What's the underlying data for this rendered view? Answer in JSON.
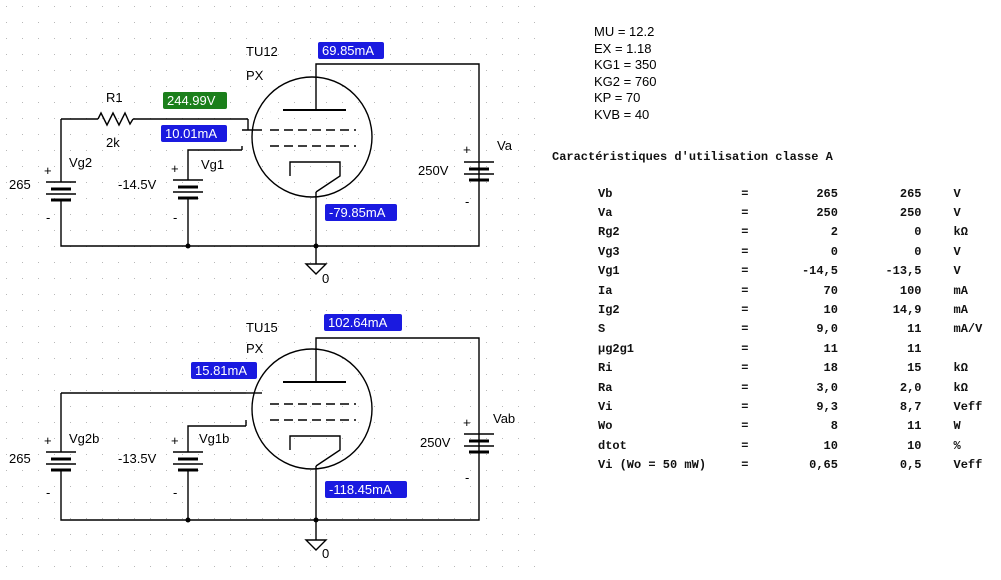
{
  "circuit1": {
    "tube_name": "TU12",
    "tube_model": "PX",
    "resistor_name": "R1",
    "resistor_value": "2k",
    "screen_source_label": "Vg2",
    "screen_source_value": "265",
    "grid_source_label": "Vg1",
    "grid_source_value": "-14.5V",
    "anode_source_label": "Va",
    "anode_source_value": "250V",
    "probe_anode": "69.85mA",
    "probe_screen_voltage": "244.99V",
    "probe_screen_current": "10.01mA",
    "probe_cathode": "-79.85mA",
    "ground_label": "0"
  },
  "circuit2": {
    "tube_name": "TU15",
    "tube_model": "PX",
    "screen_source_label": "Vg2b",
    "screen_source_value": "265",
    "grid_source_label": "Vg1b",
    "grid_source_value": "-13.5V",
    "anode_source_label": "Vab",
    "anode_source_value": "250V",
    "probe_anode": "102.64mA",
    "probe_screen_current": "15.81mA",
    "probe_cathode": "-118.45mA",
    "ground_label": "0"
  },
  "polarity": {
    "plus": "+",
    "minus": "-"
  },
  "model_params": [
    "MU = 12.2",
    "EX = 1.18",
    "KG1 = 350",
    "KG2 = 760",
    "KP = 70",
    "KVB = 40"
  ],
  "table": {
    "title": "Caractéristiques d'utilisation classe A",
    "rows": [
      {
        "symbol": "Vb",
        "eq": "=",
        "v1": "265",
        "v2": "265",
        "unit": "V"
      },
      {
        "symbol": "Va",
        "eq": "=",
        "v1": "250",
        "v2": "250",
        "unit": "V"
      },
      {
        "symbol": "Rg2",
        "eq": "=",
        "v1": "2",
        "v2": "0",
        "unit": "kΩ"
      },
      {
        "symbol": "Vg3",
        "eq": "=",
        "v1": "0",
        "v2": "0",
        "unit": "V"
      },
      {
        "symbol": "Vg1",
        "eq": "=",
        "v1": "-14,5",
        "v2": "-13,5",
        "unit": "V"
      },
      {
        "symbol": "Ia",
        "eq": "=",
        "v1": "70",
        "v2": "100",
        "unit": "mA"
      },
      {
        "symbol": "Ig2",
        "eq": "=",
        "v1": "10",
        "v2": "14,9",
        "unit": "mA"
      },
      {
        "symbol": "S",
        "eq": "=",
        "v1": "9,0",
        "v2": "11",
        "unit": "mA/V"
      },
      {
        "symbol": "µg2g1",
        "eq": "=",
        "v1": "11",
        "v2": "11",
        "unit": ""
      },
      {
        "symbol": "Ri",
        "eq": "=",
        "v1": "18",
        "v2": "15",
        "unit": "kΩ"
      },
      {
        "symbol": "Ra",
        "eq": "=",
        "v1": "3,0",
        "v2": "2,0",
        "unit": "kΩ"
      },
      {
        "symbol": "Vi",
        "eq": "=",
        "v1": "9,3",
        "v2": "8,7",
        "unit": "Veff"
      },
      {
        "symbol": "Wo",
        "eq": "=",
        "v1": "8",
        "v2": "11",
        "unit": "W"
      },
      {
        "symbol": "dtot",
        "eq": "=",
        "v1": "10",
        "v2": "10",
        "unit": "%"
      },
      {
        "symbol": "Vi (Wo = 50 mW)",
        "eq": "=",
        "v1": "0,65",
        "v2": "0,5",
        "unit": "Veff"
      }
    ]
  },
  "colors": {
    "probe_blue": "#1a1ae0",
    "probe_green": "#1b7f1b",
    "grid_dot": "#b8b8b8"
  }
}
